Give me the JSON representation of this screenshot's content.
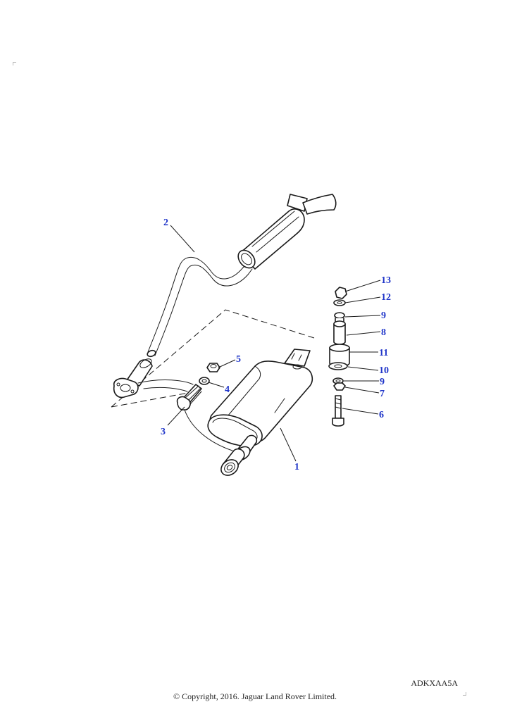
{
  "diagram": {
    "callouts": [
      "1",
      "2",
      "3",
      "4",
      "5",
      "6",
      "7",
      "8",
      "9",
      "9",
      "10",
      "11",
      "12",
      "13"
    ],
    "reference_code": "ADKXAA5A",
    "copyright": "© Copyright, 2016. Jaguar Land Rover Limited."
  }
}
